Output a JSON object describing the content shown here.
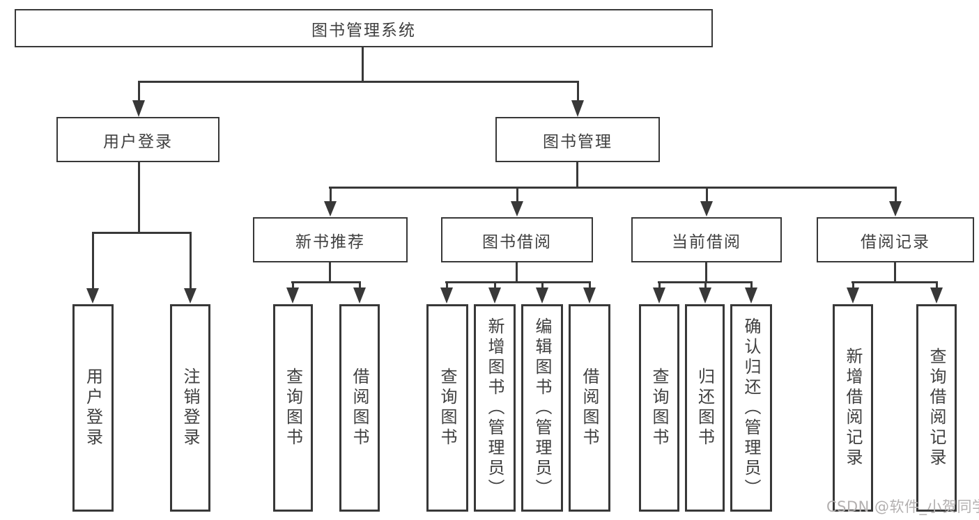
{
  "diagram": {
    "root": {
      "label": "图书管理系统"
    },
    "user_login": {
      "label": "用户登录",
      "children": [
        {
          "label": "用户登录"
        },
        {
          "label": "注销登录"
        }
      ]
    },
    "book_mgmt": {
      "label": "图书管理",
      "sections": [
        {
          "label": "新书推荐",
          "children": [
            {
              "label": "查询图书"
            },
            {
              "label": "借阅图书"
            }
          ]
        },
        {
          "label": "图书借阅",
          "children": [
            {
              "label": "查询图书"
            },
            {
              "label": "新增图书（管理员）"
            },
            {
              "label": "编辑图书（管理员）"
            },
            {
              "label": "借阅图书"
            }
          ]
        },
        {
          "label": "当前借阅",
          "children": [
            {
              "label": "查询图书"
            },
            {
              "label": "归还图书"
            },
            {
              "label": "确认归还（管理员）"
            }
          ]
        },
        {
          "label": "借阅记录",
          "children": [
            {
              "label": "新增借阅记录"
            },
            {
              "label": "查询借阅记录"
            }
          ]
        }
      ]
    },
    "watermark": "CSDN @软件_小贺同学"
  },
  "colors": {
    "line": "#383838",
    "text": "#3f3f3f",
    "background": "#ffffff",
    "watermark": "#b3b0b0"
  }
}
